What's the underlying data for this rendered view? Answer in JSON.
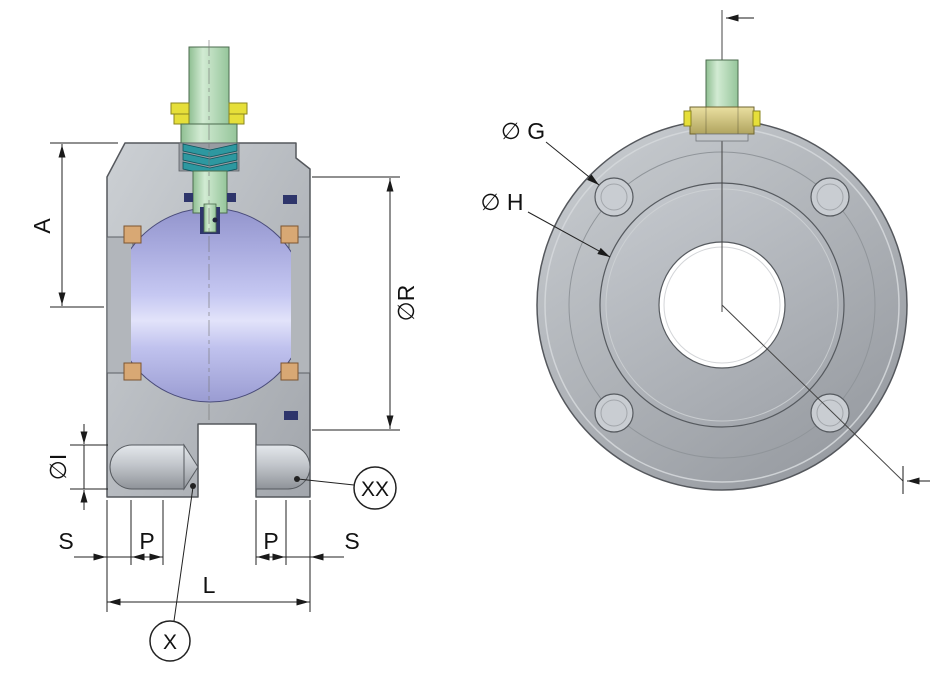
{
  "colors": {
    "body_gray": "#b6bac0",
    "ball_lavender": "#bfc1ee",
    "stem_green": "#b7dcb9",
    "seat_tan": "#d8a874",
    "packing_teal": "#2d98a0",
    "nut_yellow": "#e6df39",
    "seal_navy": "#2e356b",
    "line_dark": "#1a1a1a",
    "background": "#ffffff"
  },
  "section_view": {
    "dim_a": "A",
    "dim_r": "∅R",
    "dim_i": "∅I",
    "dim_s_left": "S",
    "dim_p_left": "P",
    "dim_p_right": "P",
    "dim_s_right": "S",
    "dim_l": "L",
    "balloon_x": "X",
    "balloon_xx": "XX"
  },
  "front_view": {
    "dim_g": "∅ G",
    "dim_h": "∅ H"
  }
}
